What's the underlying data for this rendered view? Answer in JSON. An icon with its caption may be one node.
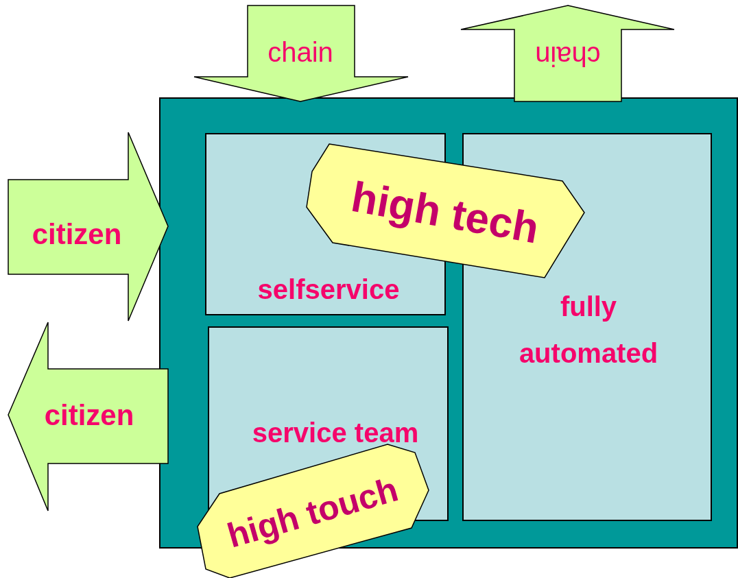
{
  "diagram": {
    "nodes": [
      {
        "text": [],
        "shape": "box"
      },
      {
        "text": [
          "selfservice"
        ],
        "in": 0
      },
      {
        "text": [
          "service team"
        ],
        "in": 0
      },
      {
        "text": [
          "fully automated"
        ],
        "in": 0
      },
      {
        "text": [
          "chain"
        ]
      },
      {
        "text": [
          "chain"
        ]
      },
      {
        "text": [
          "citizen"
        ]
      },
      {
        "text": [
          "citizen"
        ]
      },
      {
        "text": [
          "high tech"
        ],
        "in": 0
      },
      {
        "text": [
          "high touch"
        ]
      }
    ]
  }
}
